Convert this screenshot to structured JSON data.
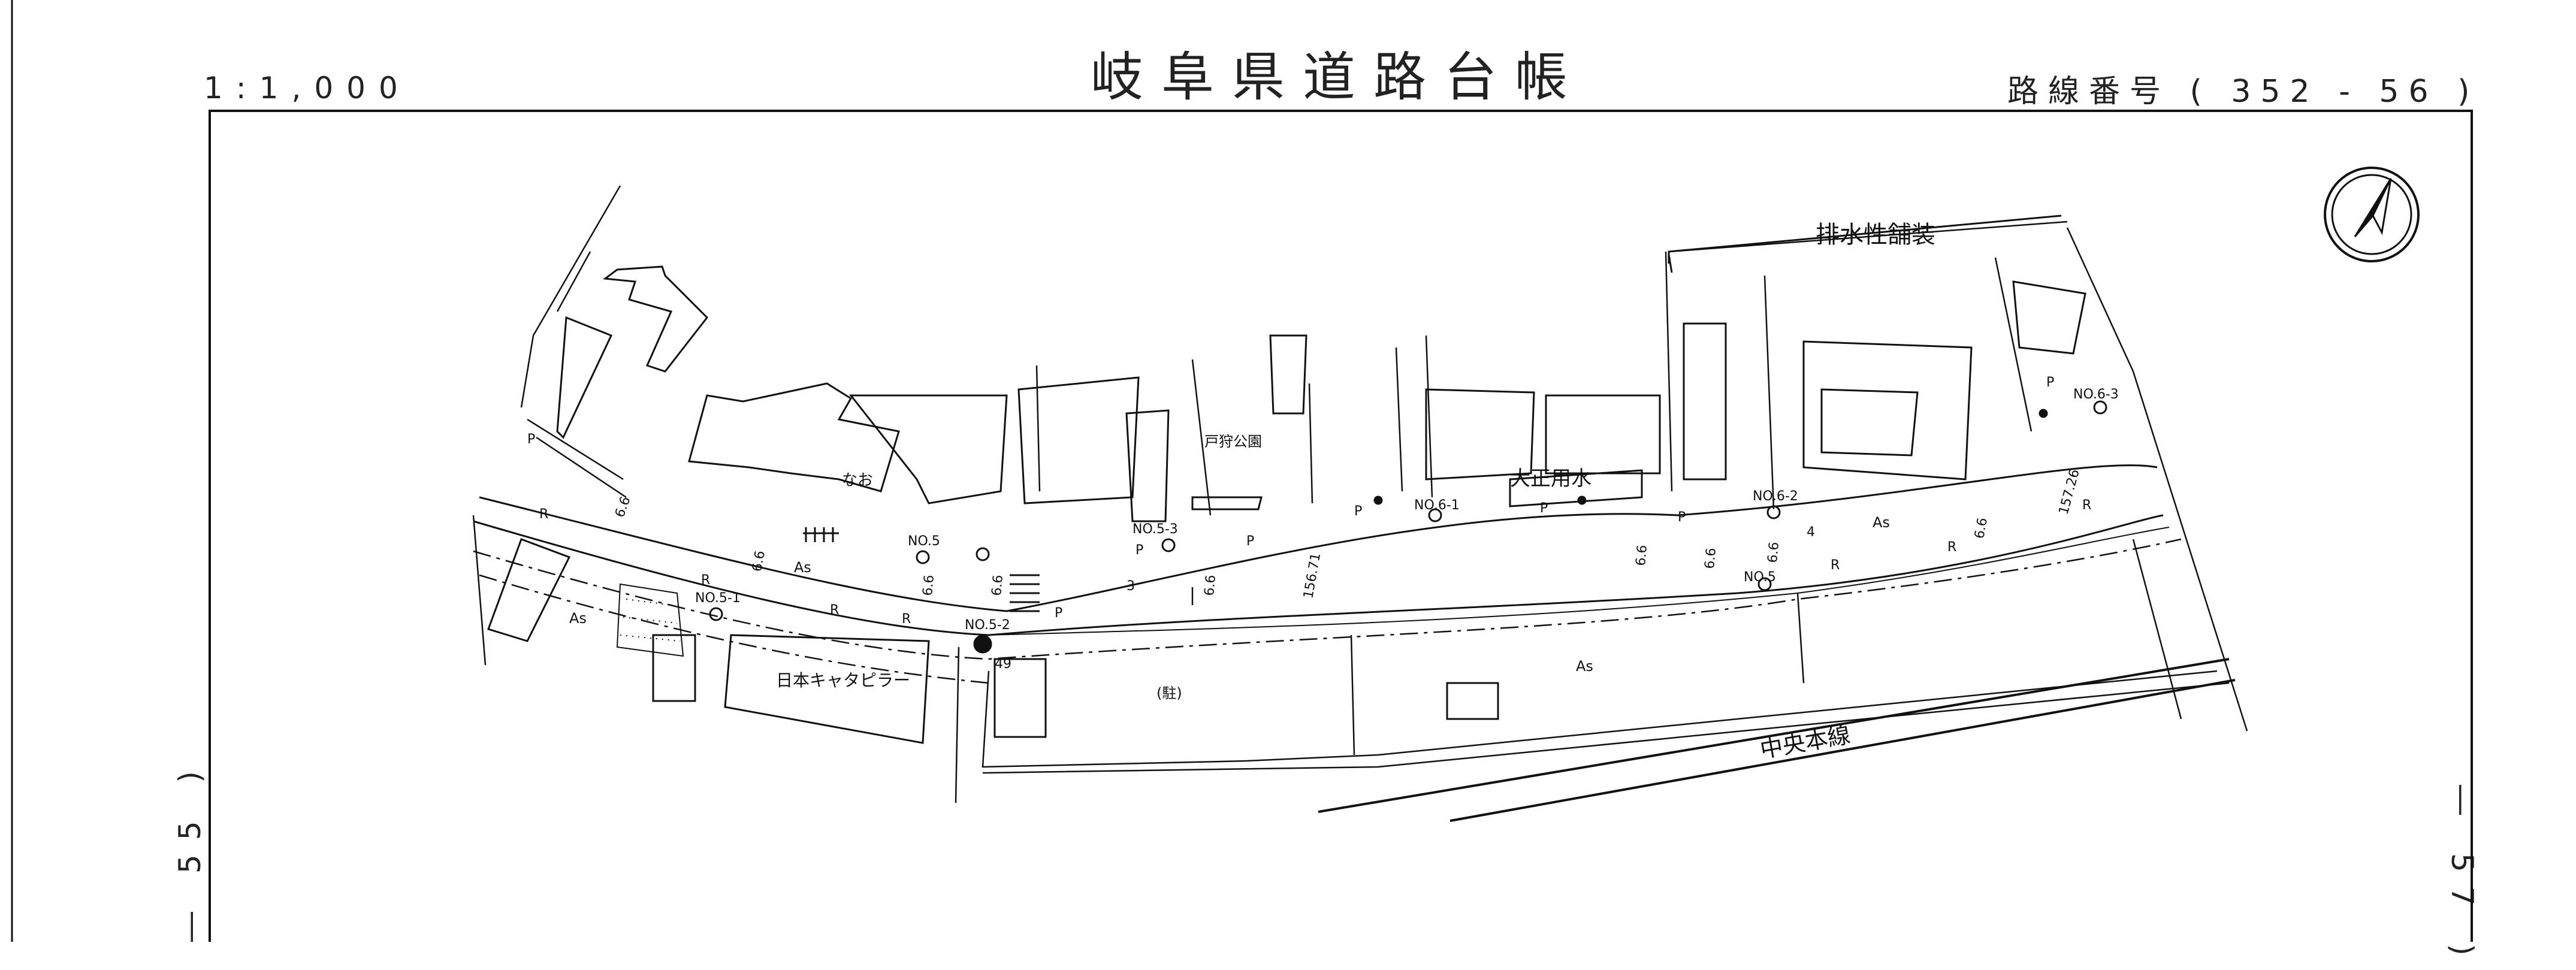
{
  "header": {
    "scale": "1:1,000",
    "title": "岐阜県道路台帳",
    "route": "路線番号 ( 352 - 56 )"
  },
  "sheets": {
    "left": "― 55 )",
    "right": "― 57 )"
  },
  "map": {
    "labels": {
      "paving": "排水性舗装",
      "canal": "大正用水",
      "park": "戸狩公園",
      "nao": "なお",
      "company": "日本キャタピラー",
      "railway": "中央本線",
      "parking": "(駐)",
      "as1": "As",
      "as2": "As",
      "as3": "As",
      "as4": "As",
      "no5": "NO.5",
      "no5_1": "NO.5-1",
      "no5_2": "NO.5-2",
      "no5_3": "NO.5-3",
      "no6_1": "NO.6-1",
      "no6_2": "NO.6-2",
      "no6_3": "NO.6-3",
      "no5b": "NO.5",
      "w1": "6.6",
      "w2": "6.6",
      "w3": "6.6",
      "w4": "6.6",
      "w5": "6.6",
      "w6": "6.6",
      "w7": "6.6",
      "w8": "6.6",
      "w9": "6.6",
      "dist1": "156.71",
      "dist2": "157.26",
      "n3": "3",
      "n4": "4",
      "n49": "49",
      "r1": "R",
      "r2": "R",
      "r3": "R",
      "r4": "R",
      "r5": "R",
      "r6": "R",
      "r7": "R",
      "p1": "P",
      "p2": "P",
      "p3": "P",
      "p4": "P",
      "p5": "P",
      "p6": "P",
      "p7": "P",
      "p8": "P"
    }
  }
}
